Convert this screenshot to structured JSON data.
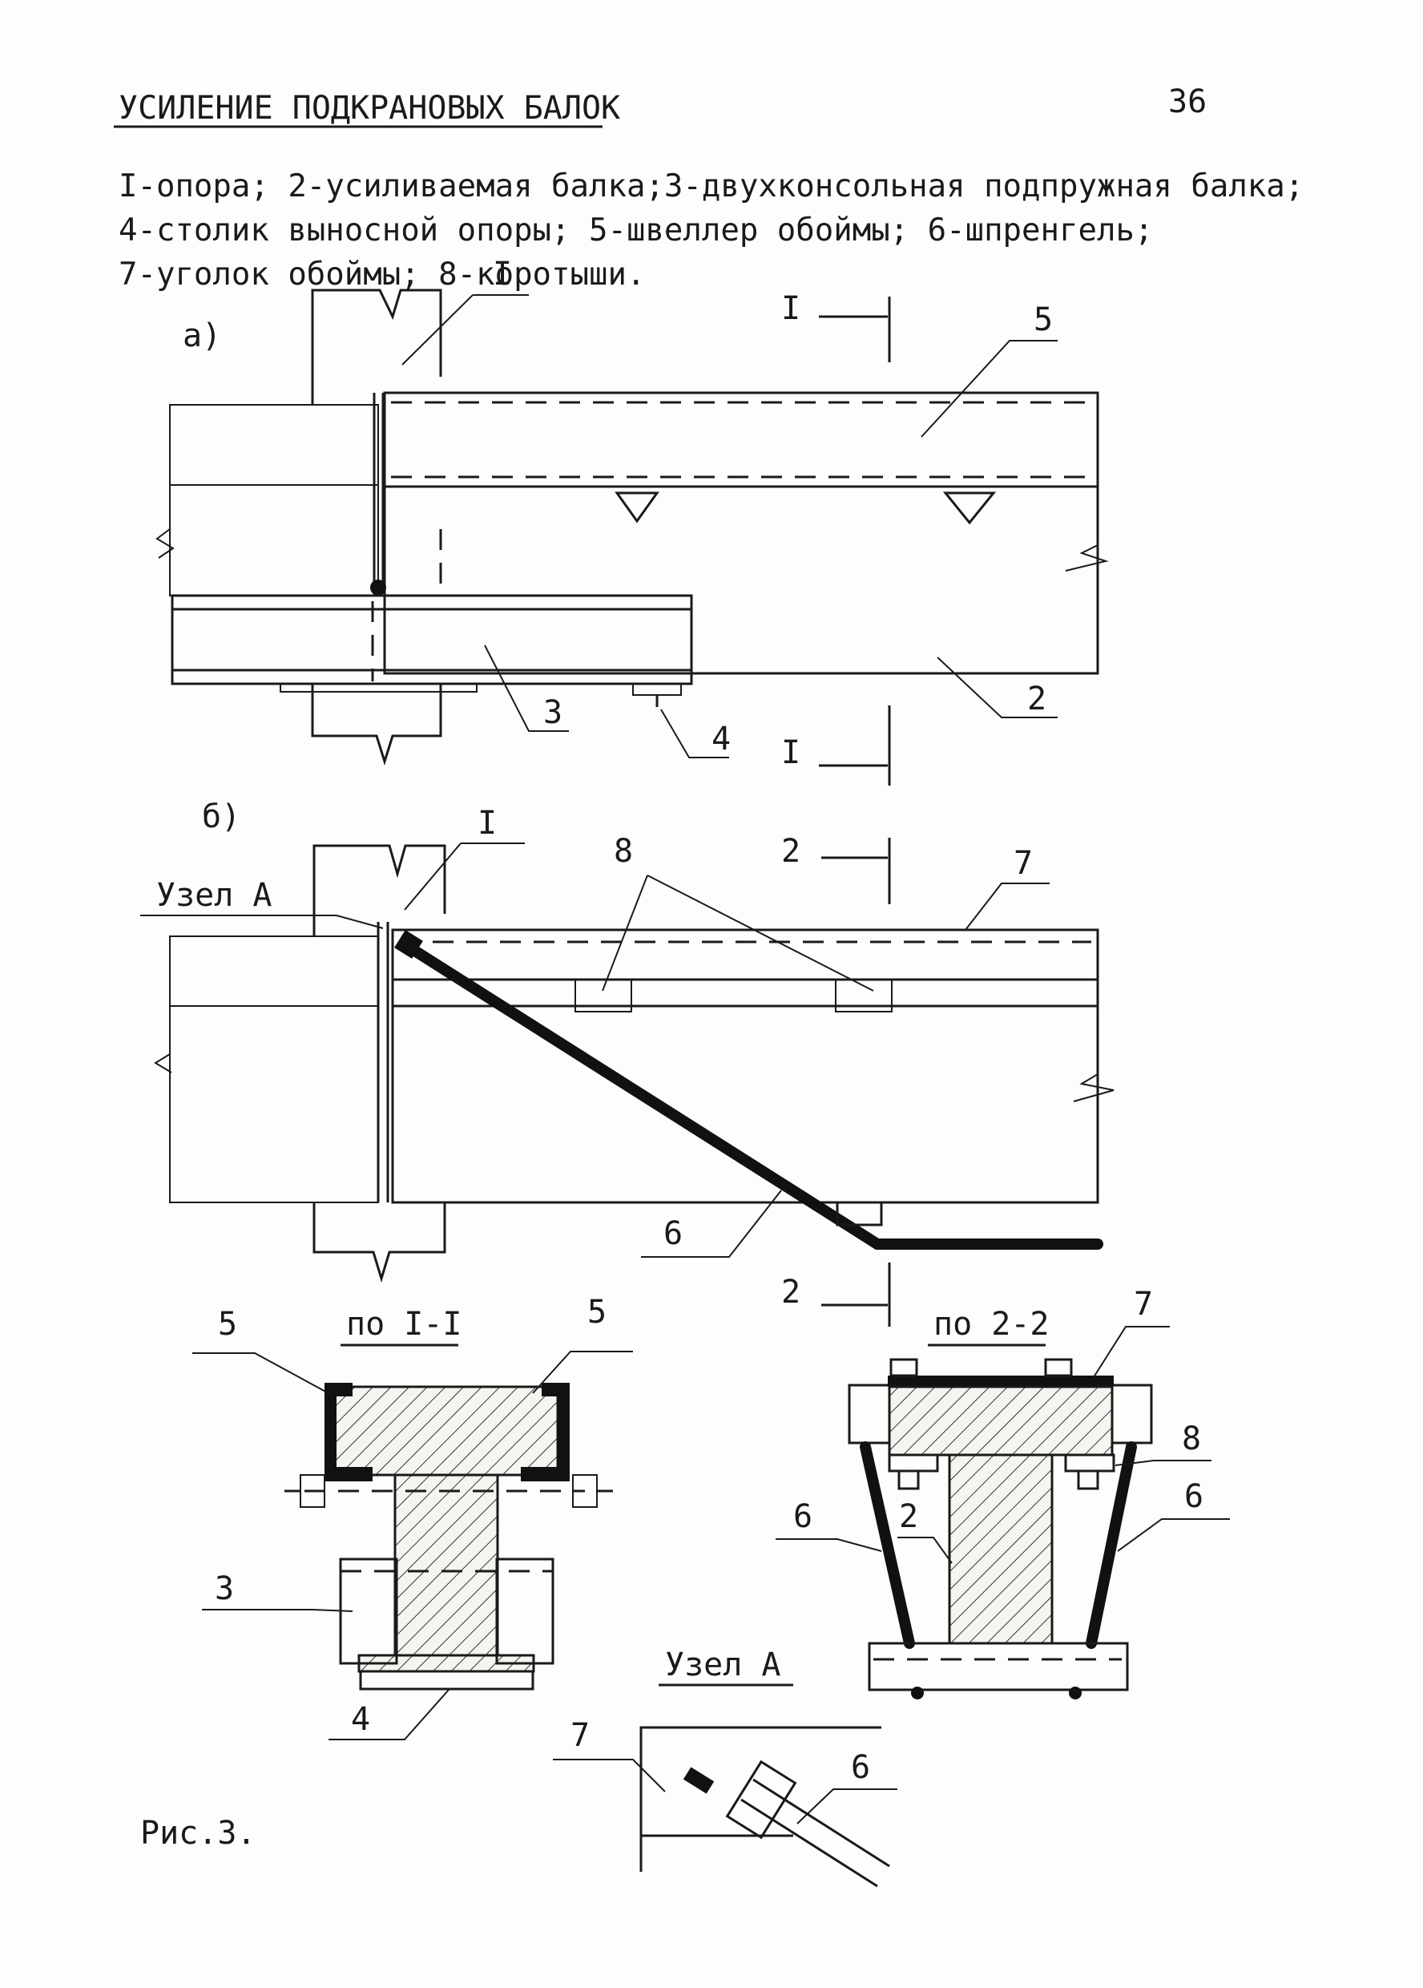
{
  "header": {
    "title": "УСИЛЕНИЕ ПОДКРАНОВЫХ БАЛОК",
    "page_number": "36"
  },
  "legend": {
    "line1": "I-опора; 2-усиливаемая балка;3-двухконсольная подпружная балка;",
    "line2": "4-столик выносной опоры; 5-швеллер обоймы; 6-шпренгель;",
    "line3": "7-уголок обоймы;  8-коротыши."
  },
  "view_a": {
    "label": "а)",
    "support_label": "I",
    "section_mark_top": "I",
    "section_mark_bottom": "I",
    "callouts": {
      "channel": "5",
      "beam": "2",
      "cantilever_beam": "3",
      "table": "4"
    }
  },
  "view_b": {
    "label": "б)",
    "support_label": "I",
    "node_label": "Узел А",
    "section_mark_top": "2",
    "section_mark_bottom": "2",
    "callouts": {
      "stubs": "8",
      "angle": "7",
      "strut": "6"
    }
  },
  "section_1_1": {
    "title": "по I-I",
    "callouts": {
      "left_channel": "5",
      "right_channel": "5",
      "cantilever_beam": "3",
      "table": "4"
    }
  },
  "section_2_2": {
    "title": "по 2-2",
    "callouts": {
      "angle": "7",
      "stub": "8",
      "left_strut": "6",
      "right_strut": "6",
      "beam": "2"
    }
  },
  "node_a": {
    "title": "Узел А",
    "callouts": {
      "angle": "7",
      "strut": "6"
    }
  },
  "figure_caption": "Рис.3."
}
